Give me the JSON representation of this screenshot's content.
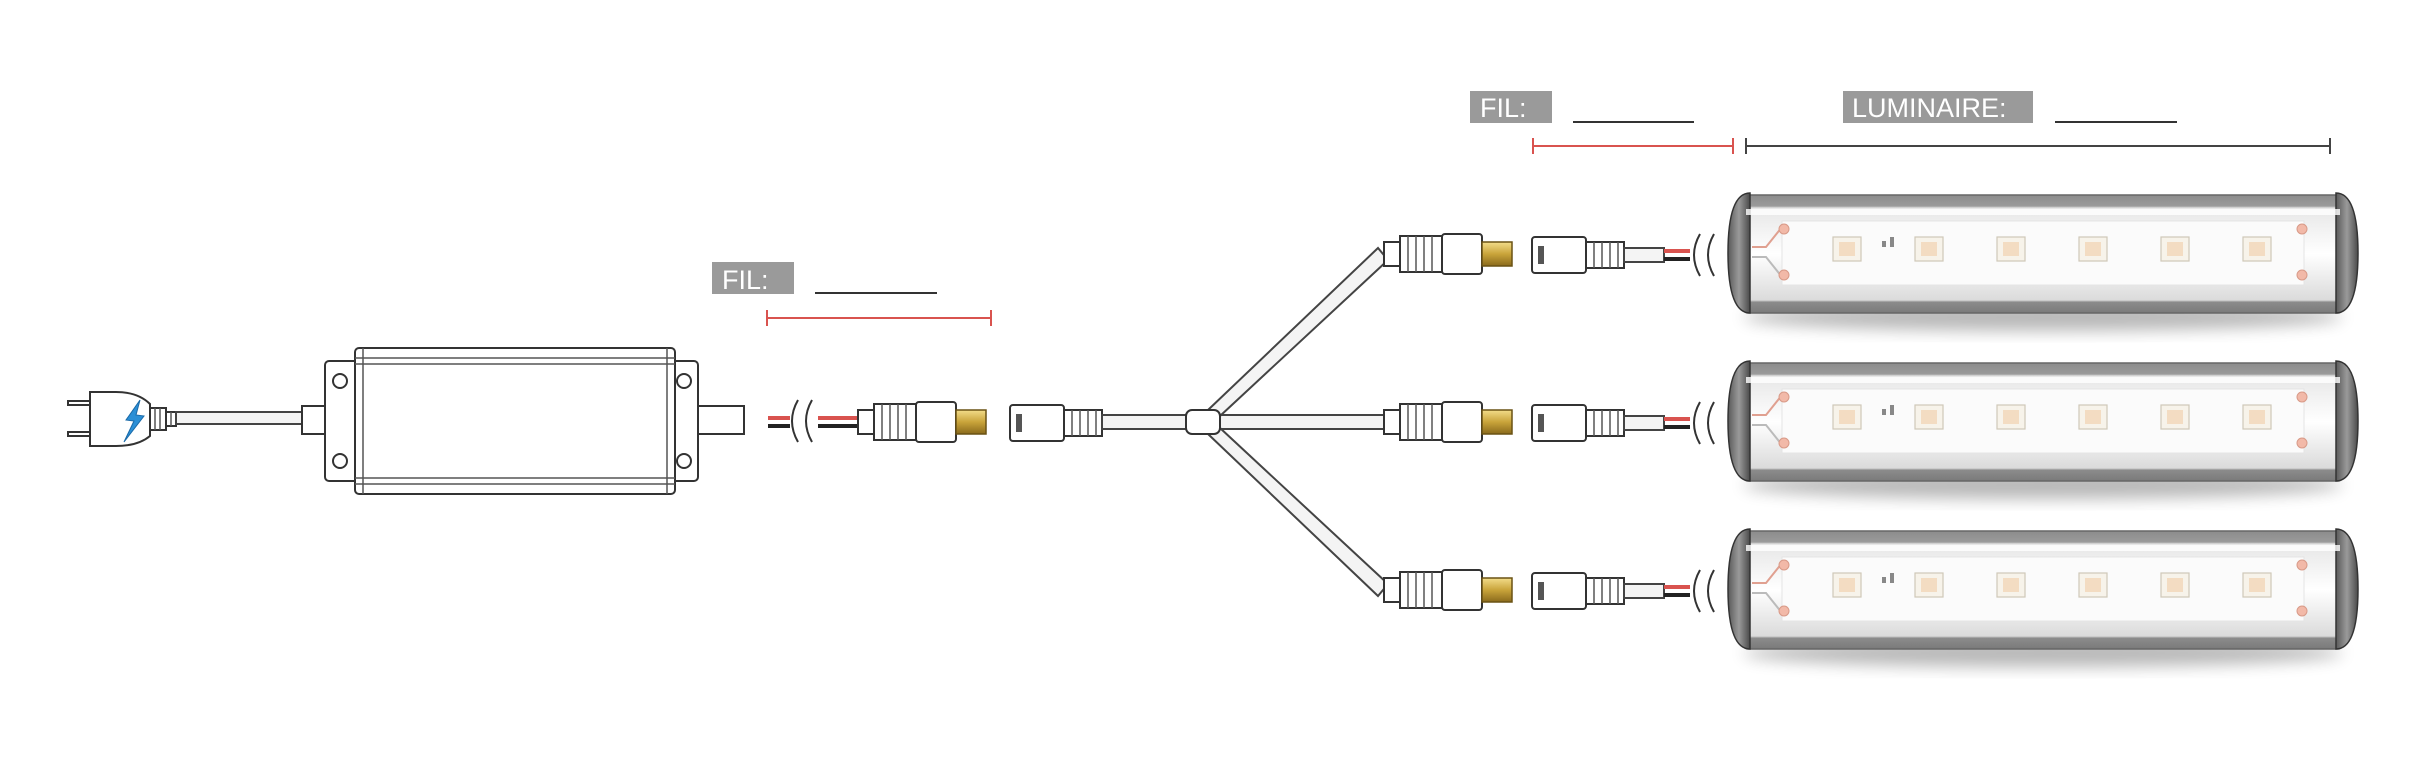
{
  "labels": {
    "wire_1": "FIL:",
    "wire_2": "FIL:",
    "fixture": "LUMINAIRE:"
  },
  "colors": {
    "label_background": "#9a9a9a",
    "wire_dimension": "#d9534f",
    "fixture_dimension": "#444444",
    "plug_bolt": "#2b8fd6",
    "dc_tip": "#c9a43a",
    "led_chip": "#f0c8a0"
  },
  "icons": {
    "plug": "power-plug-icon",
    "bolt": "lightning-bolt-icon"
  }
}
